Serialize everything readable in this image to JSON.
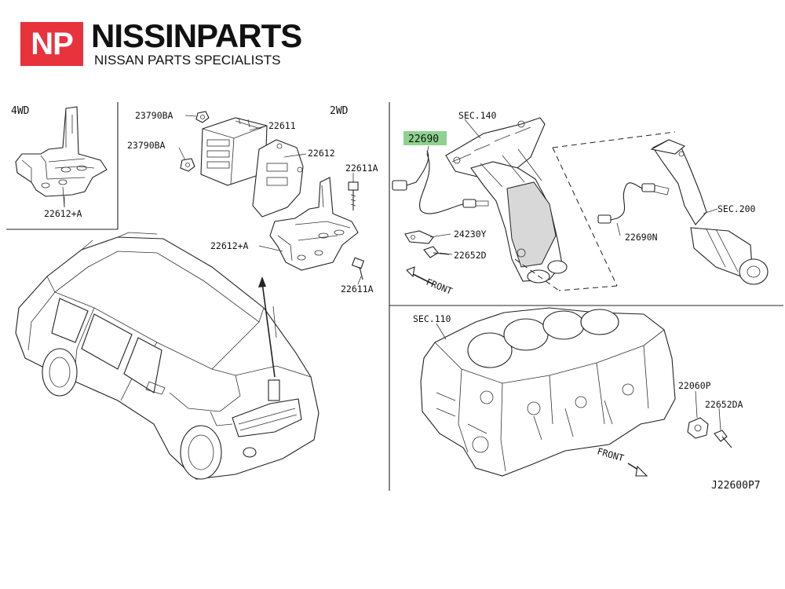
{
  "header": {
    "logo_text": "NP",
    "brand": "NISSINPARTS",
    "tagline": "NISSAN PARTS SPECIALISTS",
    "accent_color": "#e8323c"
  },
  "diagram": {
    "section_labels": {
      "four_wd": "4WD",
      "two_wd": "2WD",
      "sec_140": "SEC.140",
      "sec_200": "SEC.200",
      "sec_110": "SEC.110",
      "front_upper": "FRONT",
      "front_lower": "FRONT"
    },
    "parts": {
      "p_22612A_left": "22612+A",
      "p_23790BA_top": "23790BA",
      "p_23790BA_mid": "23790BA",
      "p_22611": "22611",
      "p_22612": "22612",
      "p_22611A_top": "22611A",
      "p_22612A_center": "22612+A",
      "p_22611A_bottom": "22611A",
      "p_22690": "22690",
      "p_24230Y": "24230Y",
      "p_22652D": "22652D",
      "p_22690N": "22690N",
      "p_22060P": "22060P",
      "p_22652DA": "22652DA"
    },
    "highlight_color": "#8fd18f",
    "diagram_code": "J22600P7"
  }
}
